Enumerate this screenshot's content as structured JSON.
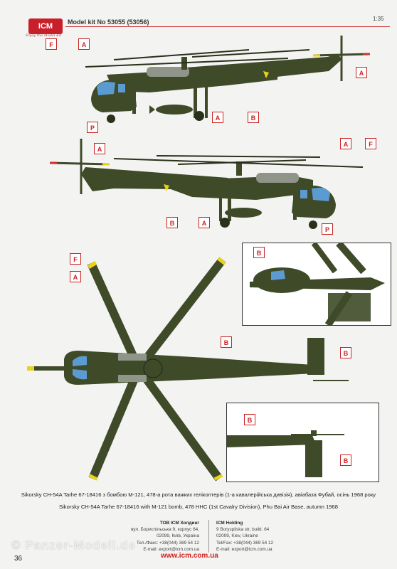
{
  "header": {
    "logo_text": "ICM",
    "tagline": "Enjoy the Model Kit",
    "title": "Model kit No 53055 (53056)",
    "scale": "1:35"
  },
  "callouts": {
    "A": "A",
    "B": "B",
    "F": "F",
    "P": "P"
  },
  "colors": {
    "olive_drab": "#3e4a28",
    "canopy_blue": "#5b9bd1",
    "callout_red": "#cc2222",
    "tip_yellow": "#e9d21a"
  },
  "caption": {
    "ukrainian": "Sikorsky CH-54A Tarhe 67-18416 з бомбою M-121,  478-а рота важких гелікоптерів  (1-а кавалерійська  дивізія), авіабаза Фубай, осінь 1968 року",
    "english": "Sikorsky CH-54A Tarhe 67-18416 with M-121 bomb, 478 HHC (1st Cavalry Division), Phu Bai Air Base, autumn 1968"
  },
  "footer": {
    "ua_company": "ТОВ ICM Холдинг",
    "ua_line1": "вул. Бориспільська 9, корпус 64,",
    "ua_line2": "02099, Київ, Україна",
    "ua_line3": "Тел./Факс: +38(044) 369 54 12",
    "ua_line4": "E-mail: export@icm.com.ua",
    "en_company": "ICM Holding",
    "en_line1": "9 Boryspilska str, build. 64",
    "en_line2": "02099, Kiev, Ukraine",
    "en_line3": "Tel/Fax: +38(044) 369 54 12",
    "en_line4": "E-mail: export@icm.com.ua",
    "url": "www.icm.com.ua"
  },
  "page_number": "36",
  "watermark": "© Panzer-Modell.de"
}
